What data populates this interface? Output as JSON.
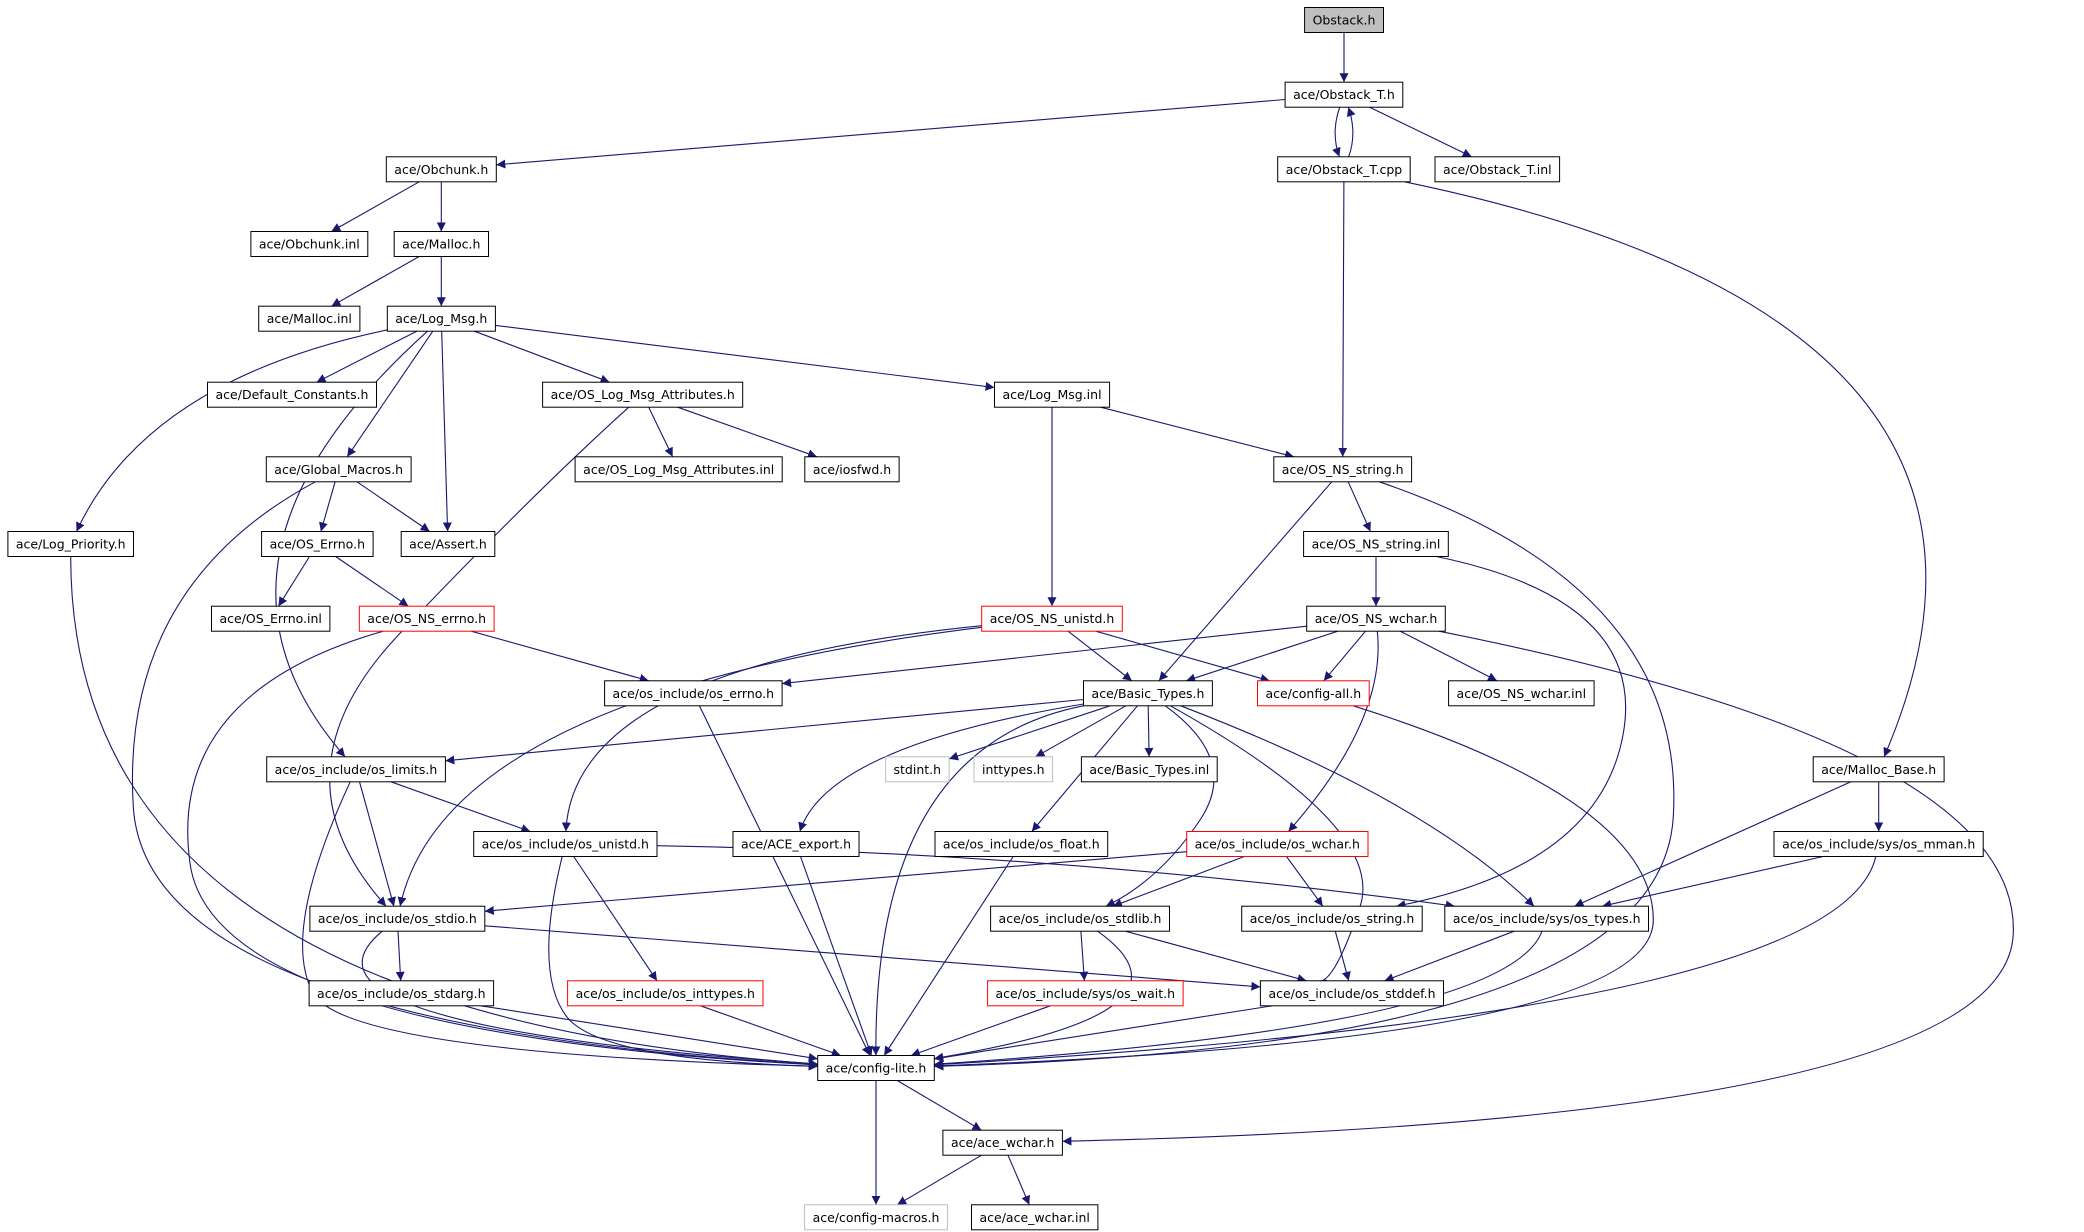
{
  "colors": {
    "edge": "#191970",
    "box_normal": "#000000",
    "box_truncated": "#ff0000",
    "box_external": "#bfbfbf",
    "root_fill": "#bfbfbf",
    "text": "#000000"
  },
  "nodes": [
    {
      "id": "obstack_h",
      "label": "Obstack.h",
      "kind": "root"
    },
    {
      "id": "obstack_t_h",
      "label": "ace/Obstack_T.h",
      "kind": "normal"
    },
    {
      "id": "obchunk_h",
      "label": "ace/Obchunk.h",
      "kind": "normal"
    },
    {
      "id": "obstack_t_cpp",
      "label": "ace/Obstack_T.cpp",
      "kind": "normal"
    },
    {
      "id": "obstack_t_inl",
      "label": "ace/Obstack_T.inl",
      "kind": "normal"
    },
    {
      "id": "obchunk_inl",
      "label": "ace/Obchunk.inl",
      "kind": "normal"
    },
    {
      "id": "malloc_h",
      "label": "ace/Malloc.h",
      "kind": "normal"
    },
    {
      "id": "malloc_inl",
      "label": "ace/Malloc.inl",
      "kind": "normal"
    },
    {
      "id": "log_msg_h",
      "label": "ace/Log_Msg.h",
      "kind": "normal"
    },
    {
      "id": "default_constants_h",
      "label": "ace/Default_Constants.h",
      "kind": "normal"
    },
    {
      "id": "os_log_msg_attr_h",
      "label": "ace/OS_Log_Msg_Attributes.h",
      "kind": "normal"
    },
    {
      "id": "log_msg_inl",
      "label": "ace/Log_Msg.inl",
      "kind": "normal"
    },
    {
      "id": "global_macros_h",
      "label": "ace/Global_Macros.h",
      "kind": "normal"
    },
    {
      "id": "os_log_msg_attr_inl",
      "label": "ace/OS_Log_Msg_Attributes.inl",
      "kind": "normal"
    },
    {
      "id": "iosfwd_h",
      "label": "ace/iosfwd.h",
      "kind": "normal"
    },
    {
      "id": "os_ns_string_h",
      "label": "ace/OS_NS_string.h",
      "kind": "normal"
    },
    {
      "id": "log_priority_h",
      "label": "ace/Log_Priority.h",
      "kind": "normal"
    },
    {
      "id": "os_errno_h",
      "label": "ace/OS_Errno.h",
      "kind": "normal"
    },
    {
      "id": "assert_h",
      "label": "ace/Assert.h",
      "kind": "normal"
    },
    {
      "id": "os_ns_string_inl",
      "label": "ace/OS_NS_string.inl",
      "kind": "normal"
    },
    {
      "id": "os_errno_inl",
      "label": "ace/OS_Errno.inl",
      "kind": "normal"
    },
    {
      "id": "os_ns_errno_h",
      "label": "ace/OS_NS_errno.h",
      "kind": "truncated"
    },
    {
      "id": "os_ns_unistd_h",
      "label": "ace/OS_NS_unistd.h",
      "kind": "truncated"
    },
    {
      "id": "os_ns_wchar_h",
      "label": "ace/OS_NS_wchar.h",
      "kind": "normal"
    },
    {
      "id": "osi_os_errno_h",
      "label": "ace/os_include/os_errno.h",
      "kind": "normal"
    },
    {
      "id": "basic_types_h",
      "label": "ace/Basic_Types.h",
      "kind": "normal"
    },
    {
      "id": "config_all_h",
      "label": "ace/config-all.h",
      "kind": "truncated"
    },
    {
      "id": "os_ns_wchar_inl",
      "label": "ace/OS_NS_wchar.inl",
      "kind": "normal"
    },
    {
      "id": "osi_os_limits_h",
      "label": "ace/os_include/os_limits.h",
      "kind": "normal"
    },
    {
      "id": "stdint_h",
      "label": "stdint.h",
      "kind": "external"
    },
    {
      "id": "inttypes_h",
      "label": "inttypes.h",
      "kind": "external"
    },
    {
      "id": "basic_types_inl",
      "label": "ace/Basic_Types.inl",
      "kind": "normal"
    },
    {
      "id": "malloc_base_h",
      "label": "ace/Malloc_Base.h",
      "kind": "normal"
    },
    {
      "id": "osi_os_unistd_h",
      "label": "ace/os_include/os_unistd.h",
      "kind": "normal"
    },
    {
      "id": "ace_export_h",
      "label": "ace/ACE_export.h",
      "kind": "normal"
    },
    {
      "id": "osi_os_float_h",
      "label": "ace/os_include/os_float.h",
      "kind": "normal"
    },
    {
      "id": "osi_os_wchar_h",
      "label": "ace/os_include/os_wchar.h",
      "kind": "truncated"
    },
    {
      "id": "osi_sys_os_mman_h",
      "label": "ace/os_include/sys/os_mman.h",
      "kind": "normal"
    },
    {
      "id": "osi_os_stdio_h",
      "label": "ace/os_include/os_stdio.h",
      "kind": "normal"
    },
    {
      "id": "osi_os_stdlib_h",
      "label": "ace/os_include/os_stdlib.h",
      "kind": "normal"
    },
    {
      "id": "osi_os_string_h",
      "label": "ace/os_include/os_string.h",
      "kind": "normal"
    },
    {
      "id": "osi_sys_os_types_h",
      "label": "ace/os_include/sys/os_types.h",
      "kind": "normal"
    },
    {
      "id": "osi_os_stdarg_h",
      "label": "ace/os_include/os_stdarg.h",
      "kind": "normal"
    },
    {
      "id": "osi_os_inttypes_h",
      "label": "ace/os_include/os_inttypes.h",
      "kind": "truncated"
    },
    {
      "id": "osi_sys_os_wait_h",
      "label": "ace/os_include/sys/os_wait.h",
      "kind": "truncated"
    },
    {
      "id": "osi_os_stddef_h",
      "label": "ace/os_include/os_stddef.h",
      "kind": "normal"
    },
    {
      "id": "config_lite_h",
      "label": "ace/config-lite.h",
      "kind": "normal"
    },
    {
      "id": "ace_wchar_h",
      "label": "ace/ace_wchar.h",
      "kind": "normal"
    },
    {
      "id": "config_macros_h",
      "label": "ace/config-macros.h",
      "kind": "external"
    },
    {
      "id": "ace_wchar_inl",
      "label": "ace/ace_wchar.inl",
      "kind": "normal"
    }
  ],
  "edges": [
    [
      "obstack_h",
      "obstack_t_h"
    ],
    [
      "obstack_t_h",
      "obchunk_h"
    ],
    [
      "obstack_t_h",
      "obstack_t_cpp"
    ],
    [
      "obstack_t_cpp",
      "obstack_t_h"
    ],
    [
      "obstack_t_h",
      "obstack_t_inl"
    ],
    [
      "obchunk_h",
      "obchunk_inl"
    ],
    [
      "obchunk_h",
      "malloc_h"
    ],
    [
      "malloc_h",
      "malloc_inl"
    ],
    [
      "malloc_h",
      "log_msg_h"
    ],
    [
      "obstack_t_cpp",
      "os_ns_string_h"
    ],
    [
      "obstack_t_cpp",
      "malloc_base_h"
    ],
    [
      "log_msg_h",
      "default_constants_h"
    ],
    [
      "log_msg_h",
      "os_log_msg_attr_h"
    ],
    [
      "log_msg_h",
      "log_msg_inl"
    ],
    [
      "log_msg_h",
      "global_macros_h"
    ],
    [
      "log_msg_h",
      "assert_h"
    ],
    [
      "log_msg_h",
      "log_priority_h"
    ],
    [
      "log_msg_h",
      "osi_os_limits_h"
    ],
    [
      "os_log_msg_attr_h",
      "os_log_msg_attr_inl"
    ],
    [
      "os_log_msg_attr_h",
      "iosfwd_h"
    ],
    [
      "os_log_msg_attr_h",
      "osi_os_stdio_h"
    ],
    [
      "log_msg_inl",
      "os_ns_string_h"
    ],
    [
      "log_msg_inl",
      "os_ns_unistd_h"
    ],
    [
      "global_macros_h",
      "os_errno_h"
    ],
    [
      "global_macros_h",
      "assert_h"
    ],
    [
      "global_macros_h",
      "config_lite_h"
    ],
    [
      "os_errno_h",
      "os_errno_inl"
    ],
    [
      "os_errno_h",
      "os_ns_errno_h"
    ],
    [
      "os_ns_errno_h",
      "osi_os_errno_h"
    ],
    [
      "os_ns_errno_h",
      "config_lite_h"
    ],
    [
      "log_priority_h",
      "config_lite_h"
    ],
    [
      "os_ns_string_h",
      "os_ns_string_inl"
    ],
    [
      "os_ns_string_h",
      "basic_types_h"
    ],
    [
      "os_ns_string_h",
      "config_lite_h"
    ],
    [
      "os_ns_string_inl",
      "os_ns_wchar_h"
    ],
    [
      "os_ns_string_inl",
      "osi_os_string_h"
    ],
    [
      "os_ns_wchar_h",
      "basic_types_h"
    ],
    [
      "os_ns_wchar_h",
      "config_all_h"
    ],
    [
      "os_ns_wchar_h",
      "os_ns_wchar_inl"
    ],
    [
      "os_ns_wchar_h",
      "osi_os_errno_h"
    ],
    [
      "os_ns_wchar_h",
      "osi_os_wchar_h"
    ],
    [
      "os_ns_wchar_h",
      "ace_wchar_h"
    ],
    [
      "os_ns_unistd_h",
      "basic_types_h"
    ],
    [
      "os_ns_unistd_h",
      "config_all_h"
    ],
    [
      "os_ns_unistd_h",
      "osi_os_unistd_h"
    ],
    [
      "os_ns_unistd_h",
      "osi_os_stdio_h"
    ],
    [
      "osi_os_errno_h",
      "config_lite_h"
    ],
    [
      "config_all_h",
      "config_lite_h"
    ],
    [
      "basic_types_h",
      "osi_os_limits_h"
    ],
    [
      "basic_types_h",
      "stdint_h"
    ],
    [
      "basic_types_h",
      "inttypes_h"
    ],
    [
      "basic_types_h",
      "basic_types_inl"
    ],
    [
      "basic_types_h",
      "ace_export_h"
    ],
    [
      "basic_types_h",
      "osi_os_float_h"
    ],
    [
      "basic_types_h",
      "osi_os_stdlib_h"
    ],
    [
      "basic_types_h",
      "osi_sys_os_types_h"
    ],
    [
      "basic_types_h",
      "osi_os_stddef_h"
    ],
    [
      "basic_types_h",
      "config_lite_h"
    ],
    [
      "osi_os_limits_h",
      "osi_os_unistd_h"
    ],
    [
      "osi_os_limits_h",
      "osi_os_stdio_h"
    ],
    [
      "osi_os_limits_h",
      "config_lite_h"
    ],
    [
      "malloc_base_h",
      "osi_sys_os_mman_h"
    ],
    [
      "malloc_base_h",
      "osi_sys_os_types_h"
    ],
    [
      "osi_os_unistd_h",
      "osi_os_inttypes_h"
    ],
    [
      "osi_os_unistd_h",
      "osi_sys_os_types_h"
    ],
    [
      "osi_os_unistd_h",
      "config_lite_h"
    ],
    [
      "ace_export_h",
      "config_lite_h"
    ],
    [
      "osi_os_float_h",
      "config_lite_h"
    ],
    [
      "osi_os_wchar_h",
      "osi_os_stdio_h"
    ],
    [
      "osi_os_wchar_h",
      "osi_os_stdlib_h"
    ],
    [
      "osi_os_wchar_h",
      "osi_os_string_h"
    ],
    [
      "osi_sys_os_mman_h",
      "osi_sys_os_types_h"
    ],
    [
      "osi_sys_os_mman_h",
      "config_lite_h"
    ],
    [
      "osi_os_stdio_h",
      "osi_os_stdarg_h"
    ],
    [
      "osi_os_stdio_h",
      "osi_os_stddef_h"
    ],
    [
      "osi_os_stdio_h",
      "config_lite_h"
    ],
    [
      "osi_os_stdlib_h",
      "osi_sys_os_wait_h"
    ],
    [
      "osi_os_stdlib_h",
      "osi_os_stddef_h"
    ],
    [
      "osi_os_stdlib_h",
      "config_lite_h"
    ],
    [
      "osi_os_string_h",
      "osi_os_stddef_h"
    ],
    [
      "osi_sys_os_types_h",
      "osi_os_stddef_h"
    ],
    [
      "osi_sys_os_types_h",
      "config_lite_h"
    ],
    [
      "osi_os_stdarg_h",
      "config_lite_h"
    ],
    [
      "osi_os_inttypes_h",
      "config_lite_h"
    ],
    [
      "osi_sys_os_wait_h",
      "config_lite_h"
    ],
    [
      "osi_os_stddef_h",
      "config_lite_h"
    ],
    [
      "config_lite_h",
      "ace_wchar_h"
    ],
    [
      "config_lite_h",
      "config_macros_h"
    ],
    [
      "ace_wchar_h",
      "config_macros_h"
    ],
    [
      "ace_wchar_h",
      "ace_wchar_inl"
    ]
  ]
}
